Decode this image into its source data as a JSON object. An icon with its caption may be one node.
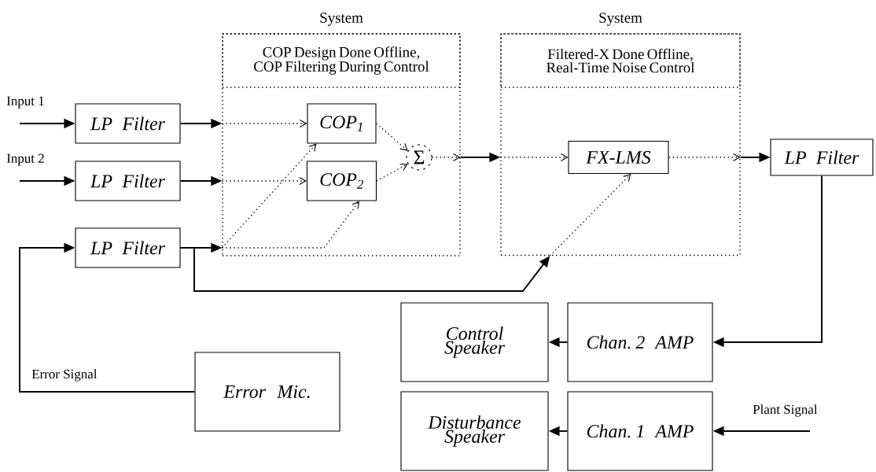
{
  "diagram": {
    "nodes": [
      {
        "text": [
          "System"
        ]
      },
      {
        "text": [
          "COP Design Done Offline, COP Filtering During Control"
        ],
        "in": 0
      },
      {
        "text": [
          "System"
        ]
      },
      {
        "text": [
          "Filtered-X Done Offline, Real-Time Noise Control"
        ],
        "in": 2
      },
      {
        "text": [
          "LP Filter"
        ]
      },
      {
        "text": [
          "LP Filter"
        ]
      },
      {
        "text": [
          "LP Filter"
        ]
      },
      {
        "text": [
          "COP$_{1}$"
        ],
        "in": 0
      },
      {
        "text": [
          "COP$_{2}$"
        ],
        "in": 0
      },
      {
        "text": [
          "Σ"
        ],
        "in": 0
      },
      {
        "text": [
          "FX-LMS"
        ],
        "in": 2
      },
      {
        "text": [
          "LP Filter"
        ]
      },
      {
        "text": [
          "Control Speaker"
        ]
      },
      {
        "text": [
          "Chan. 2 AMP"
        ]
      },
      {
        "text": [
          "Error Mic."
        ]
      },
      {
        "text": [
          "Disturbance Speaker"
        ]
      },
      {
        "text": [
          "Chan. 1 AMP"
        ]
      }
    ],
    "edges": [
      {
        "from": null,
        "to": 4,
        "arrow": "to"
      },
      {
        "from": null,
        "to": 5,
        "arrow": "to"
      },
      {
        "from": 4,
        "to": 0,
        "arrow": "to"
      },
      {
        "from": 0,
        "to": 7,
        "arrow": "to",
        "style": "dashed"
      },
      {
        "from": 5,
        "to": 0,
        "arrow": "to"
      },
      {
        "from": 0,
        "to": 8,
        "arrow": "to",
        "style": "dashed"
      },
      {
        "from": 6,
        "to": 0,
        "arrow": "to"
      },
      {
        "from": 0,
        "to": 7,
        "arrow": "to",
        "style": "dashed"
      },
      {
        "from": 0,
        "to": 8,
        "arrow": "to",
        "style": "dashed"
      },
      {
        "from": 7,
        "to": 9,
        "arrow": "to",
        "style": "dashed"
      },
      {
        "from": 8,
        "to": 9,
        "arrow": "to",
        "style": "dashed"
      },
      {
        "from": 9,
        "to": 0,
        "arrow": "to",
        "style": "dashed"
      },
      {
        "from": 0,
        "to": 2,
        "arrow": "to"
      },
      {
        "from": 2,
        "to": 10,
        "arrow": "to",
        "style": "dashed"
      },
      {
        "from": 10,
        "to": 2,
        "arrow": "to",
        "style": "dashed"
      },
      {
        "from": 2,
        "to": 11,
        "arrow": "to"
      },
      {
        "from": 6,
        "to": 2,
        "arrow": "to"
      },
      {
        "from": 2,
        "to": 10,
        "arrow": "to",
        "style": "dashed"
      },
      {
        "from": 11,
        "to": 13,
        "arrow": "to"
      },
      {
        "from": 13,
        "to": 12,
        "arrow": "to"
      },
      {
        "from": 16,
        "to": 15,
        "arrow": "to"
      },
      {
        "from": null,
        "to": 16,
        "arrow": "to"
      },
      {
        "from": 14,
        "to": 6,
        "arrow": "to"
      }
    ],
    "labels": [
      "Input 1",
      "Input 2",
      "Error Signal",
      "Plant Signal"
    ]
  }
}
